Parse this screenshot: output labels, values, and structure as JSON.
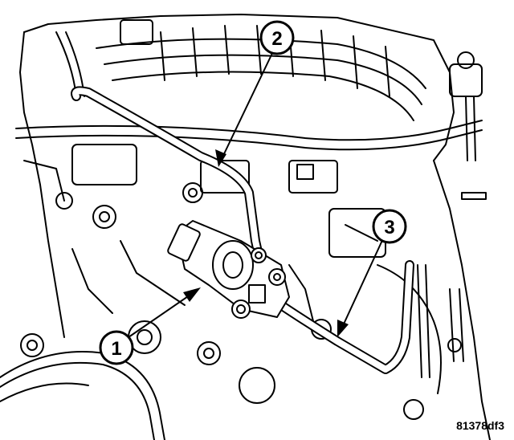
{
  "callouts": [
    {
      "label": "1"
    },
    {
      "label": "2"
    },
    {
      "label": "3"
    }
  ],
  "figure_ref": "81378df3",
  "colors": {
    "ink": "#000000",
    "paper": "#ffffff",
    "shade": "#d9d9d9"
  }
}
